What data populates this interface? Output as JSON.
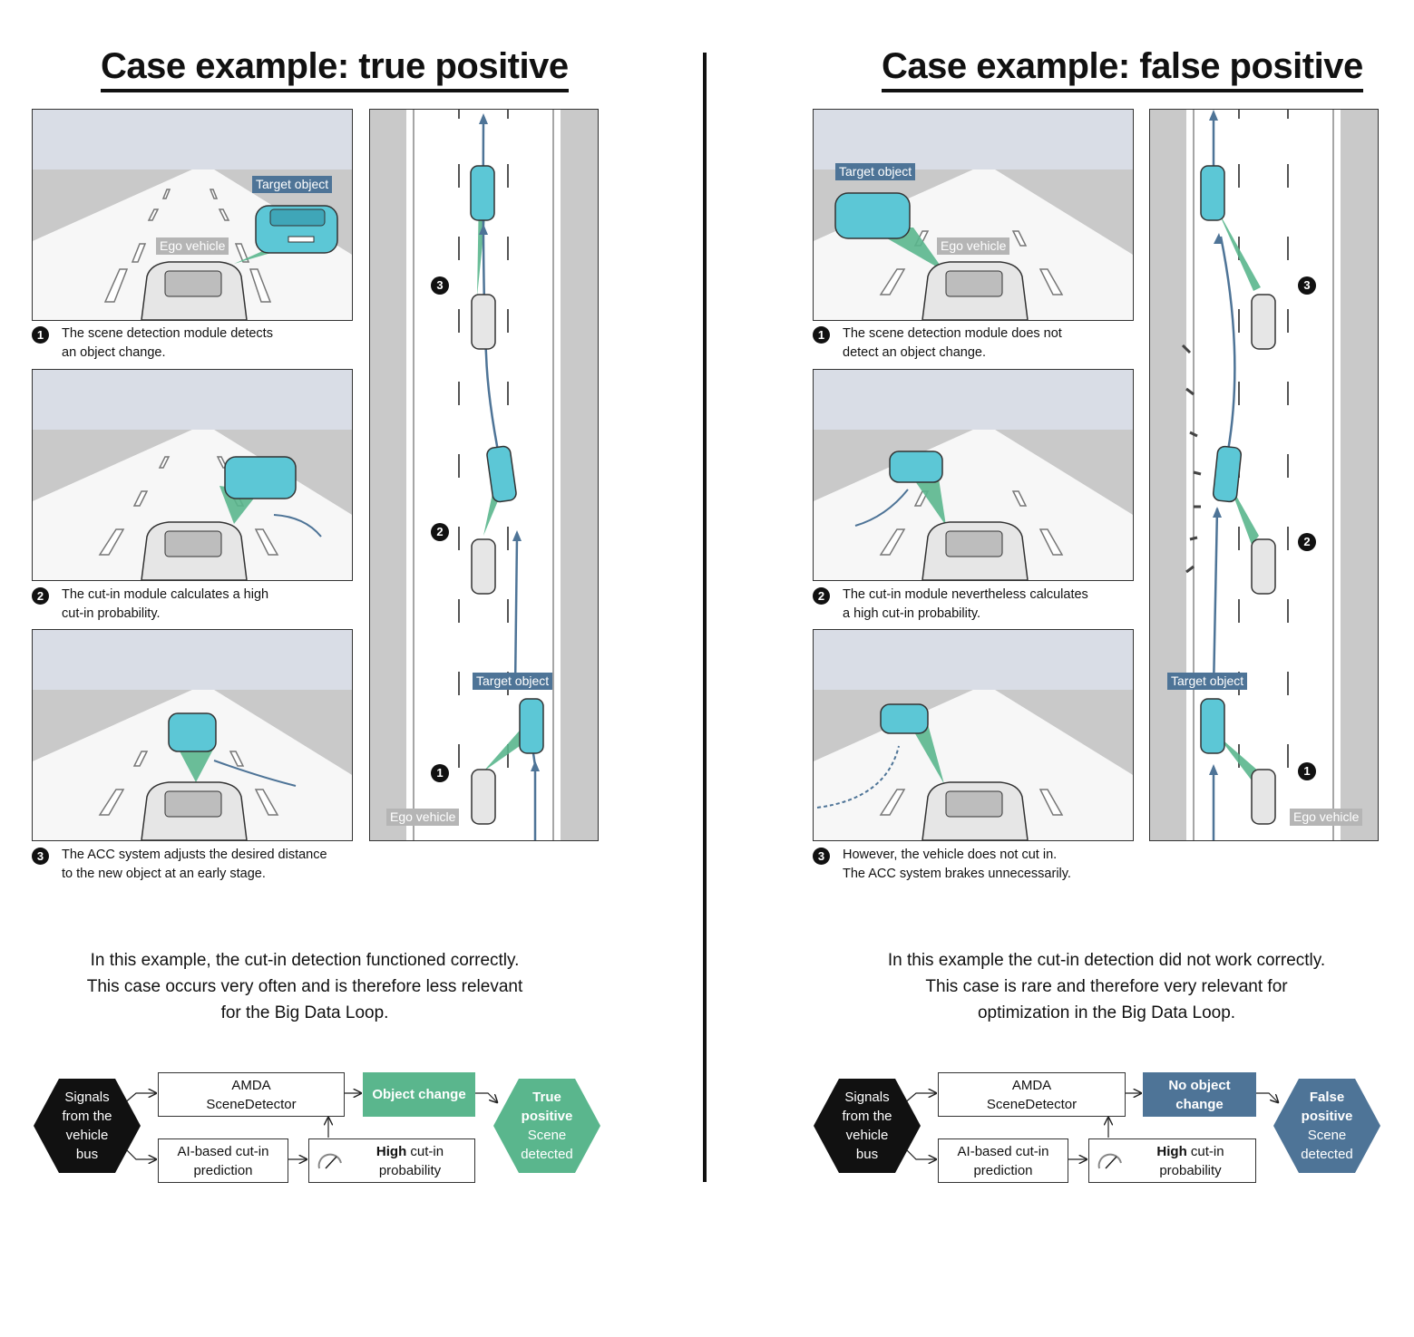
{
  "colors": {
    "target_car": "#5cc7d6",
    "trajectory": "#4e7497",
    "detection_cone": "#5ab68d",
    "tp_result": "#5ab68d",
    "fp_result": "#4e7497",
    "sky": "#d9dde6",
    "road": "#f4f4f4",
    "verge": "#c9c9c9"
  },
  "left": {
    "title": "Case example: true positive",
    "panel_labels": {
      "target": "Target object",
      "ego": "Ego vehicle"
    },
    "road_labels": {
      "target": "Target object",
      "ego": "Ego vehicle"
    },
    "steps": [
      {
        "num": "1",
        "line1": "The scene detection module detects",
        "line2": "an object change."
      },
      {
        "num": "2",
        "line1": "The cut-in module calculates a high",
        "line2": "cut-in probability."
      },
      {
        "num": "3",
        "line1": "The ACC system adjusts the desired distance",
        "line2": "to the new object at an early stage."
      }
    ],
    "road_numbers": [
      "1",
      "2",
      "3"
    ],
    "summary": [
      "In this example, the cut-in detection functioned correctly.",
      "This case occurs very often and is therefore less relevant",
      "for the Big Data Loop."
    ],
    "flow": {
      "signals": [
        "Signals",
        "from the",
        "vehicle",
        "bus"
      ],
      "amda": [
        "AMDA",
        "SceneDetector"
      ],
      "ai": [
        "AI-based cut-in",
        "prediction"
      ],
      "prob_bold": "High",
      "prob_rest": " cut-in",
      "prob_line2": "probability",
      "result": [
        "Object change"
      ],
      "final_bold": [
        "True",
        "positive"
      ],
      "final_rest": [
        "Scene",
        "detected"
      ]
    }
  },
  "right": {
    "title": "Case example: false positive",
    "panel_labels": {
      "target": "Target object",
      "ego": "Ego vehicle"
    },
    "road_labels": {
      "target": "Target object",
      "ego": "Ego vehicle"
    },
    "steps": [
      {
        "num": "1",
        "line1": "The scene detection module does not",
        "line2": "detect an object change."
      },
      {
        "num": "2",
        "line1": "The cut-in module nevertheless calculates",
        "line2": "a high cut-in probability."
      },
      {
        "num": "3",
        "line1": "However, the vehicle does not cut in.",
        "line2": "The ACC system brakes unnecessarily."
      }
    ],
    "road_numbers": [
      "1",
      "2",
      "3"
    ],
    "summary": [
      "In this example the cut-in detection did not work correctly.",
      "This case is rare and therefore very relevant for",
      "optimization in the Big Data Loop."
    ],
    "flow": {
      "signals": [
        "Signals",
        "from the",
        "vehicle",
        "bus"
      ],
      "amda": [
        "AMDA",
        "SceneDetector"
      ],
      "ai": [
        "AI-based cut-in",
        "prediction"
      ],
      "prob_bold": "High",
      "prob_rest": " cut-in",
      "prob_line2": "probability",
      "result": [
        "No object",
        "change"
      ],
      "final_bold": [
        "False",
        "positive"
      ],
      "final_rest": [
        "Scene",
        "detected"
      ]
    }
  }
}
